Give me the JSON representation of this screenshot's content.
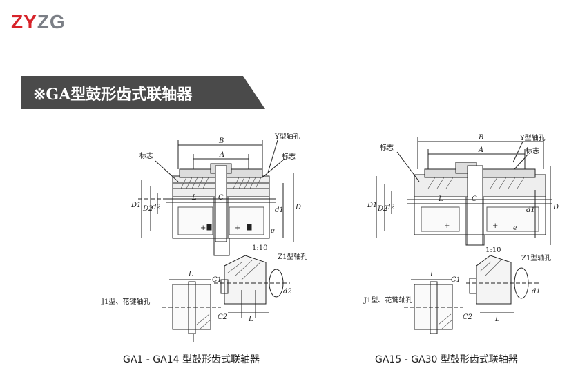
{
  "logo": {
    "part1": "ZY",
    "part2": "ZG"
  },
  "banner": {
    "title": "※GA型鼓形齿式联轴器",
    "color": "#4a4a4a"
  },
  "left_drawing": {
    "caption": "GA1 - GA14 型鼓形齿式联轴器",
    "labels": {
      "B": "B",
      "A": "A",
      "mark_left": "标志",
      "mark_right": "标志",
      "y_hole": "Y型轴孔",
      "D1": "D1",
      "D2": "D2",
      "d2": "d2",
      "d1": "d1",
      "D": "D",
      "L": "L",
      "C": "C",
      "e": "e",
      "taper": "1:10",
      "z1_hole": "Z1型轴孔",
      "C1": "C1",
      "C2": "C2",
      "j1_hole": "J1型、花键轴孔",
      "d2b": "d2",
      "Lb": "L",
      "Lc": "L"
    }
  },
  "right_drawing": {
    "caption": "GA15 - GA30 型鼓形齿式联轴器",
    "labels": {
      "B": "B",
      "A": "A",
      "mark_left": "标志",
      "mark_right": "标志",
      "y_hole": "Y型轴孔",
      "D1": "D1",
      "D2": "D2",
      "d2": "d2",
      "d1": "d1",
      "D": "D",
      "L": "L",
      "C": "C",
      "e": "e",
      "taper": "1:10",
      "z1_hole": "Z1型轴孔",
      "C1": "C1",
      "C2": "C2",
      "j1_hole": "J1型、花键轴孔",
      "d1b": "d1",
      "Lb": "L",
      "Lc": "L"
    }
  }
}
